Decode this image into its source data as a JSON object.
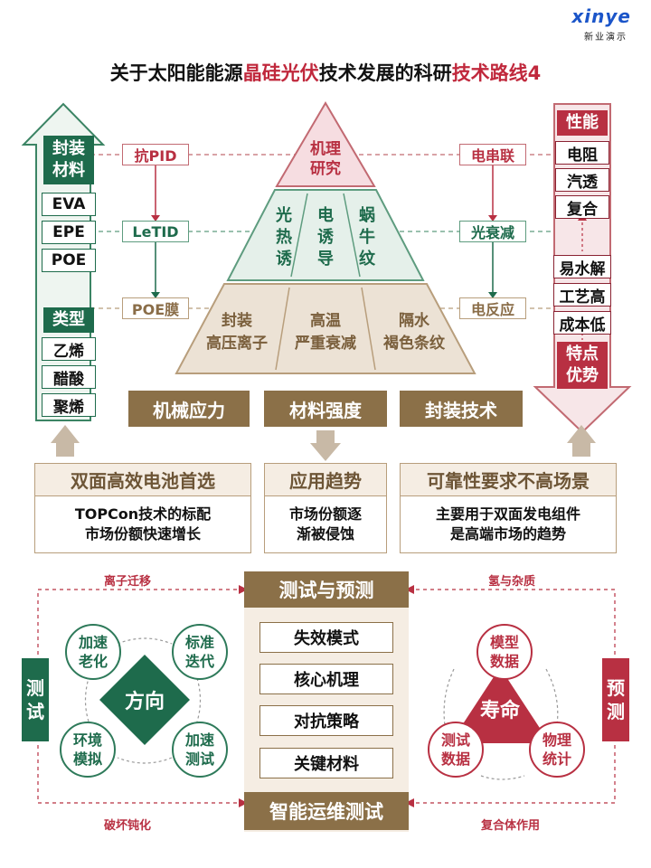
{
  "logo": {
    "word": "xinye",
    "sub": "新业演示"
  },
  "title": {
    "part1": "关于太阳能能源",
    "part2": "晶硅光伏",
    "part3": "技术发展的科研",
    "part4": "技术路线4"
  },
  "left_arrow": {
    "header1": "封装\n材料",
    "materials": [
      "EVA",
      "EPE",
      "POE"
    ],
    "header2": "类型",
    "types": [
      "乙烯",
      "醋酸",
      "聚烯"
    ]
  },
  "right_arrow": {
    "header1": "性能",
    "perf": [
      "电阻",
      "汽透",
      "复合"
    ],
    "features": [
      "易水解",
      "工艺高",
      "成本低"
    ],
    "header2": "特点\n优势"
  },
  "left_tags": [
    "抗PID",
    "LeTID",
    "POE膜"
  ],
  "right_tags": [
    "电串联",
    "光衰减",
    "电反应"
  ],
  "pyramid": {
    "top": "机理\n研究",
    "mid": [
      "光\n热\n诱",
      "电\n诱\n导",
      "蜗\n牛\n纹"
    ],
    "bottom": [
      "封装\n高压离子",
      "高温\n严重衰减",
      "隔水\n褐色条纹"
    ]
  },
  "bars": [
    "机械应力",
    "材料强度",
    "封装技术"
  ],
  "info": [
    {
      "head": "双面高效电池首选",
      "body": "TOPCon技术的标配\n市场份额快速增长"
    },
    {
      "head": "应用趋势",
      "body": "市场份额逐\n渐被侵蚀"
    },
    {
      "head": "可靠性要求不高场景",
      "body": "主要用于双面发电组件\n是高端市场的趋势"
    }
  ],
  "bottom": {
    "center_top": "测试与预测",
    "center_items": [
      "失效模式",
      "核心机理",
      "对抗策略",
      "关键材料"
    ],
    "center_bottom": "智能运维测试",
    "left_badge": "测\n试",
    "right_badge": "预\n测",
    "left_center": "方向",
    "left_circles": [
      "加速\n老化",
      "标准\n迭代",
      "环境\n模拟",
      "加速\n测试"
    ],
    "right_center": "寿命",
    "right_circles": [
      "模型\n数据",
      "测试\n数据",
      "物理\n统计"
    ],
    "flow_labels": {
      "top_left": "离子迁移",
      "top_right": "氢与杂质",
      "bottom_left": "破坏钝化",
      "bottom_right": "复合体作用"
    }
  },
  "colors": {
    "green": "#1e6b4c",
    "red": "#b83042",
    "brown": "#8b7048",
    "tan": "#f5ede3",
    "blue": "#1b55c9"
  }
}
